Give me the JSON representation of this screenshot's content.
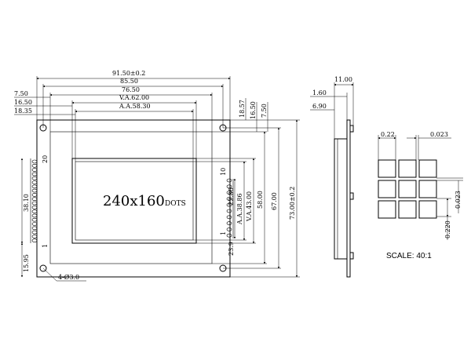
{
  "front_view": {
    "display_label": "240x160",
    "display_unit": "DOTS",
    "pin_label_left_top": "20",
    "pin_label_left_bottom": "1",
    "pin_label_right_top": "10",
    "pin_label_right_bottom": "1",
    "hole_note": "4-Ø3.0",
    "dims_top": [
      "91.50±0.2",
      "85.50",
      "76.50",
      "V.A.62.00",
      "A.A.58.30"
    ],
    "dims_left_offsets": [
      "7.50",
      "16.50",
      "18.35"
    ],
    "dim_left_vertical": "38.10",
    "dim_left_bottom": "15.95",
    "dims_right_vertical": [
      "18.57",
      "16.50",
      "7.50",
      "A.A.38.86",
      "V.A.43.00",
      "58.00",
      "67.00",
      "73.00±0.2",
      "22.86",
      "23.9"
    ]
  },
  "side_view": {
    "dims": [
      "11.00",
      "1.60",
      "6.90"
    ]
  },
  "pixel_detail": {
    "dims": [
      "0.22",
      "0.023",
      "0.023",
      "0.220"
    ],
    "scale_label": "SCALE: 40:1"
  }
}
